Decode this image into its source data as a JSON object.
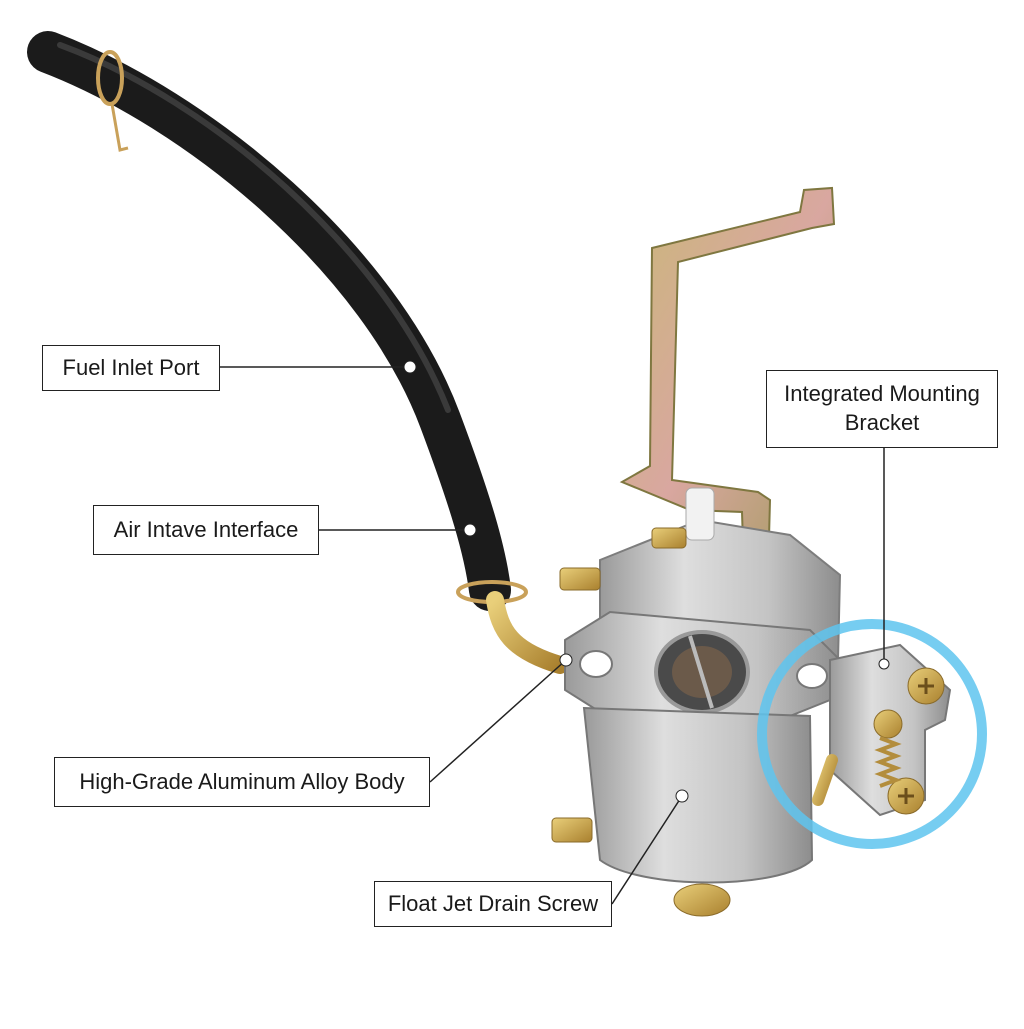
{
  "diagram": {
    "callouts": [
      {
        "id": "fuel-inlet",
        "label": "Fuel Inlet Port"
      },
      {
        "id": "air-intake",
        "label": "Air Intave Interface"
      },
      {
        "id": "mounting-bracket",
        "line1": "Integrated Mounting",
        "line2": "Bracket"
      },
      {
        "id": "body",
        "label": "High-Grade Aluminum Alloy Body"
      },
      {
        "id": "drain-screw",
        "label": "Float Jet Drain Screw"
      }
    ],
    "colors": {
      "hose": "#1b1b1b",
      "aluminum": "#c9c9c9",
      "brass": "#c8a24a",
      "bracket": "#b7a46a",
      "highlight": "#5ec4ee",
      "leader": "#222222"
    }
  }
}
